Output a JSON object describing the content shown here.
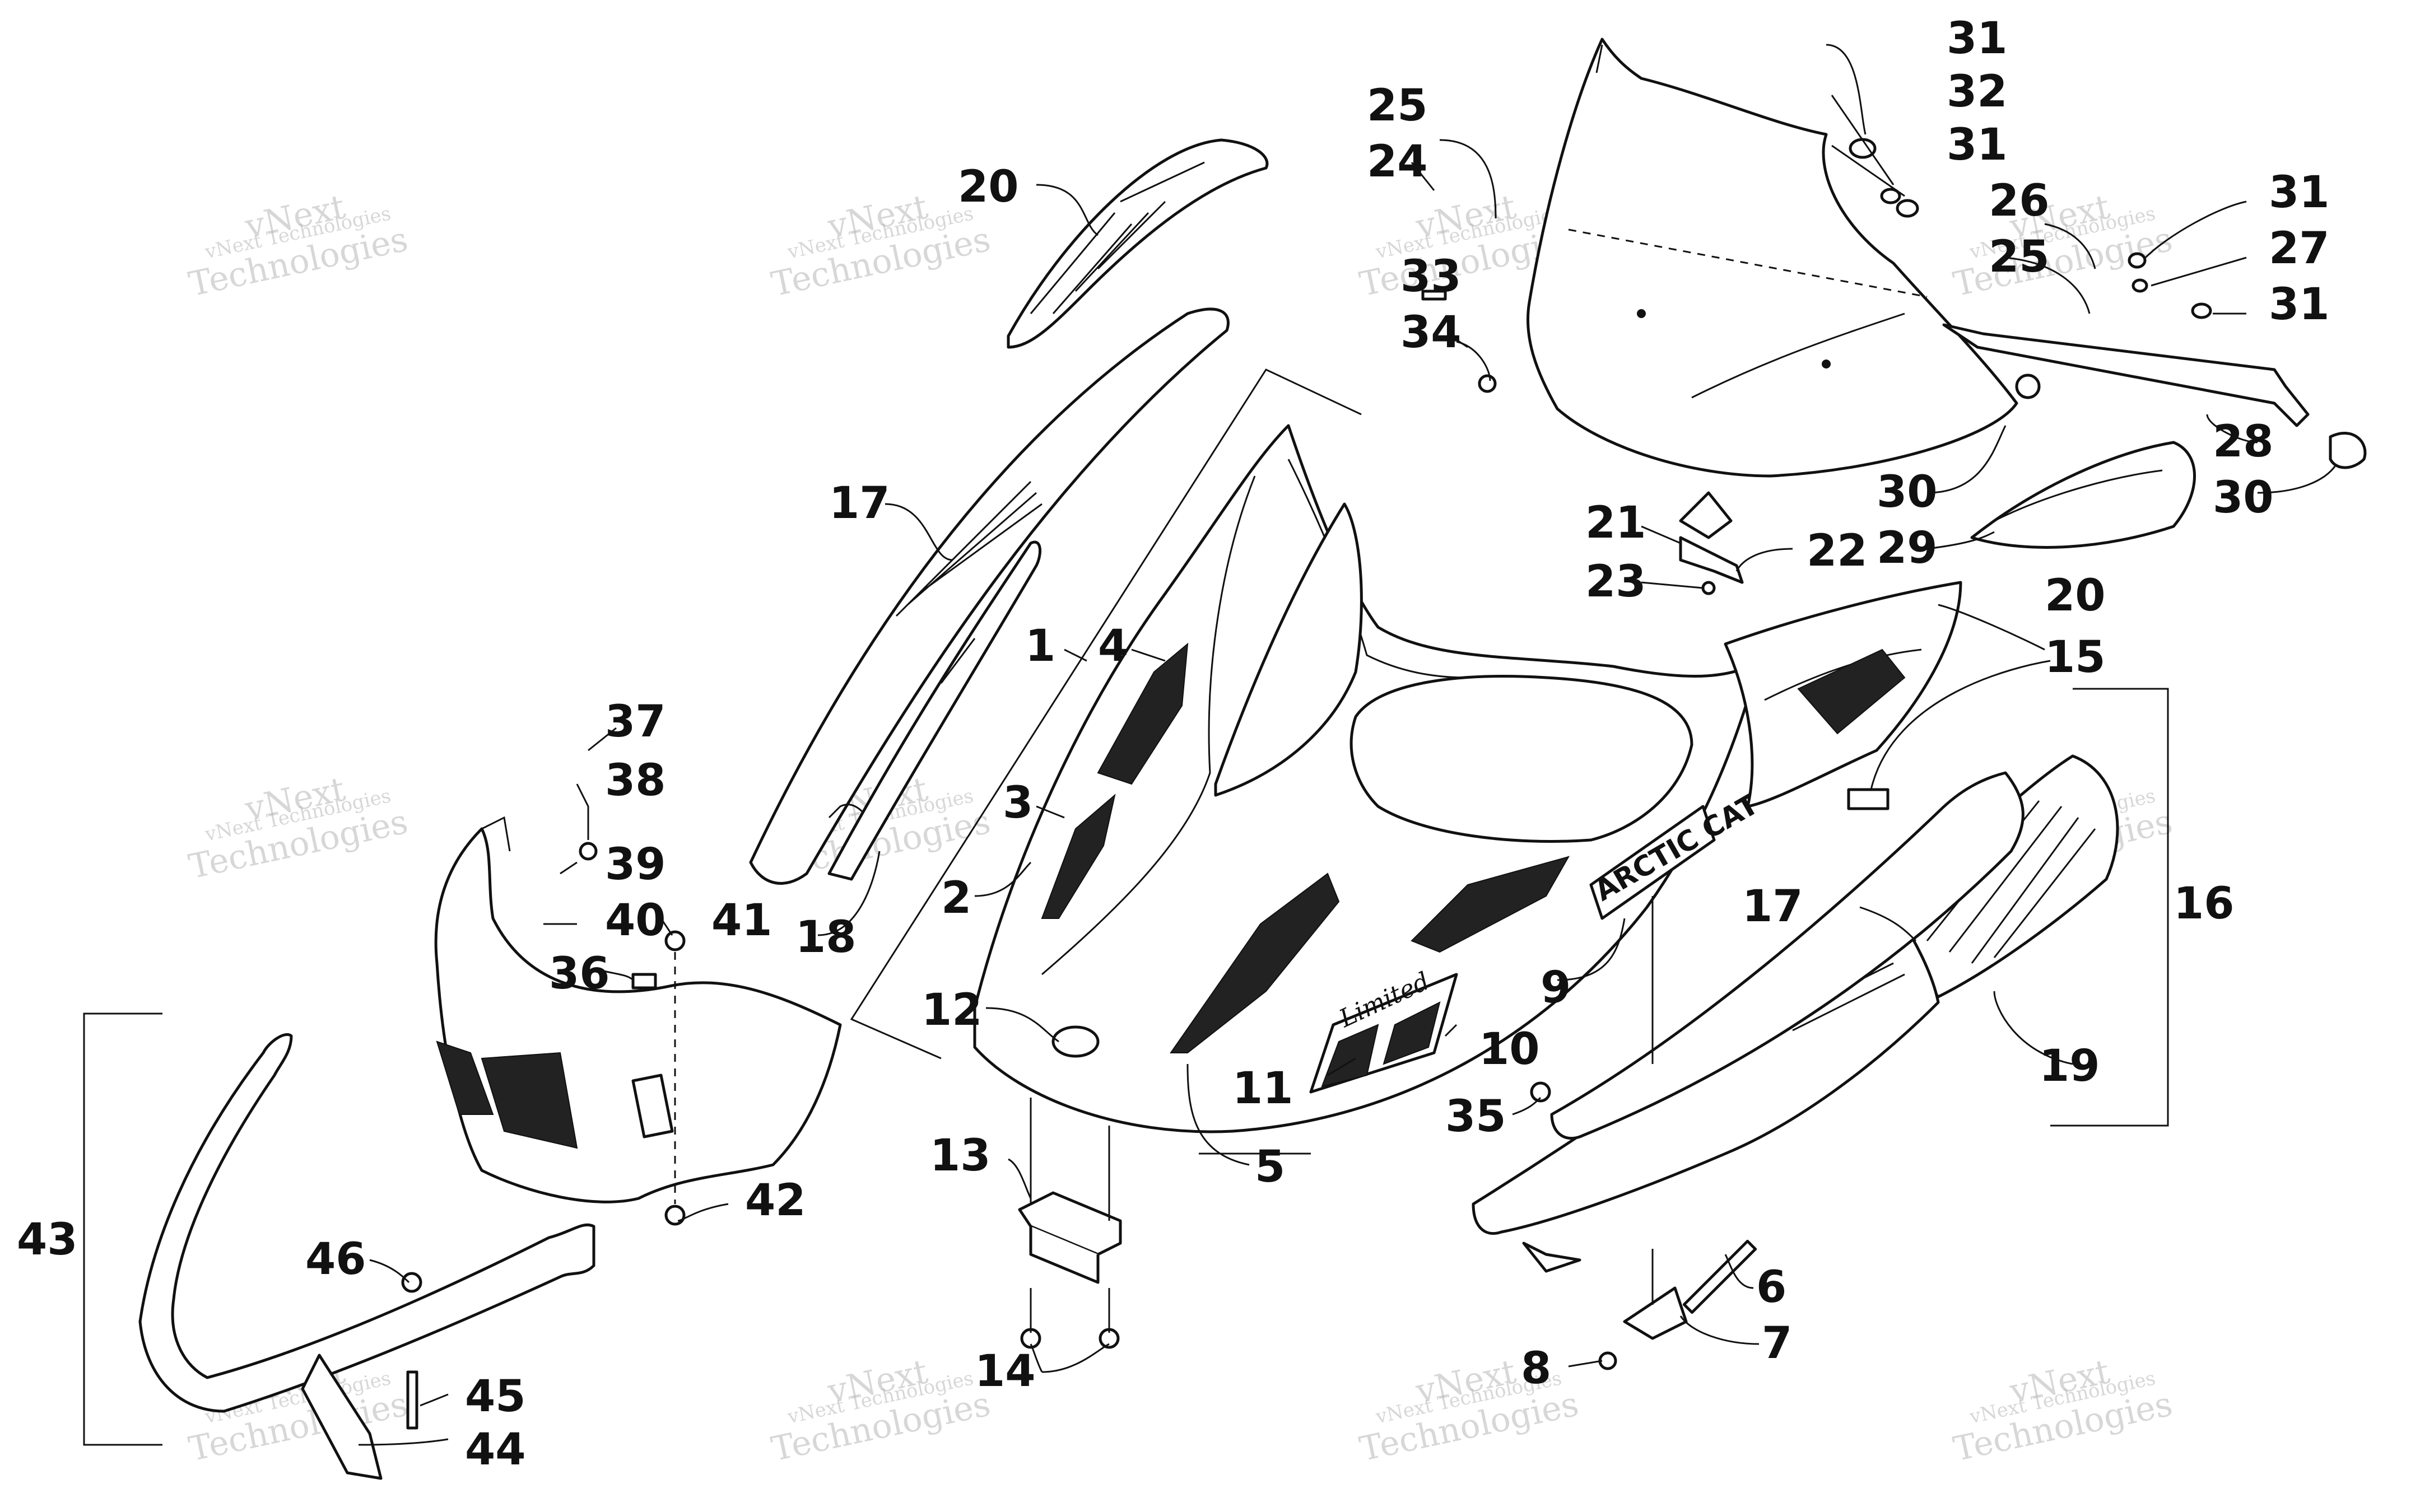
{
  "brand_marks": {
    "hood_logo": "ARCTIC CAT",
    "hood_badge": "Limited"
  },
  "watermark": {
    "line1": "vNext Technologies",
    "line2a": "vNext",
    "line2b": "Technologies"
  },
  "callouts": [
    {
      "id": "c1",
      "label": "1"
    },
    {
      "id": "c2",
      "label": "2"
    },
    {
      "id": "c3",
      "label": "3"
    },
    {
      "id": "c4",
      "label": "4"
    },
    {
      "id": "c5",
      "label": "5"
    },
    {
      "id": "c6",
      "label": "6"
    },
    {
      "id": "c7",
      "label": "7"
    },
    {
      "id": "c8",
      "label": "8"
    },
    {
      "id": "c9",
      "label": "9"
    },
    {
      "id": "c10",
      "label": "10"
    },
    {
      "id": "c11",
      "label": "11"
    },
    {
      "id": "c12",
      "label": "12"
    },
    {
      "id": "c13",
      "label": "13"
    },
    {
      "id": "c14",
      "label": "14"
    },
    {
      "id": "c15",
      "label": "15"
    },
    {
      "id": "c16",
      "label": "16"
    },
    {
      "id": "c17a",
      "label": "17"
    },
    {
      "id": "c17b",
      "label": "17"
    },
    {
      "id": "c18",
      "label": "18"
    },
    {
      "id": "c19",
      "label": "19"
    },
    {
      "id": "c20a",
      "label": "20"
    },
    {
      "id": "c20b",
      "label": "20"
    },
    {
      "id": "c21",
      "label": "21"
    },
    {
      "id": "c22",
      "label": "22"
    },
    {
      "id": "c23",
      "label": "23"
    },
    {
      "id": "c24",
      "label": "24"
    },
    {
      "id": "c25a",
      "label": "25"
    },
    {
      "id": "c25b",
      "label": "25"
    },
    {
      "id": "c26",
      "label": "26"
    },
    {
      "id": "c27",
      "label": "27"
    },
    {
      "id": "c28",
      "label": "28"
    },
    {
      "id": "c29",
      "label": "29"
    },
    {
      "id": "c30a",
      "label": "30"
    },
    {
      "id": "c30b",
      "label": "30"
    },
    {
      "id": "c31a",
      "label": "31"
    },
    {
      "id": "c31b",
      "label": "31"
    },
    {
      "id": "c31c",
      "label": "31"
    },
    {
      "id": "c31d",
      "label": "31"
    },
    {
      "id": "c32",
      "label": "32"
    },
    {
      "id": "c33",
      "label": "33"
    },
    {
      "id": "c34",
      "label": "34"
    },
    {
      "id": "c35",
      "label": "35"
    },
    {
      "id": "c36",
      "label": "36"
    },
    {
      "id": "c37",
      "label": "37"
    },
    {
      "id": "c38",
      "label": "38"
    },
    {
      "id": "c39",
      "label": "39"
    },
    {
      "id": "c40",
      "label": "40"
    },
    {
      "id": "c41",
      "label": "41"
    },
    {
      "id": "c42",
      "label": "42"
    },
    {
      "id": "c43",
      "label": "43"
    },
    {
      "id": "c44",
      "label": "44"
    },
    {
      "id": "c45",
      "label": "45"
    },
    {
      "id": "c46",
      "label": "46"
    }
  ]
}
